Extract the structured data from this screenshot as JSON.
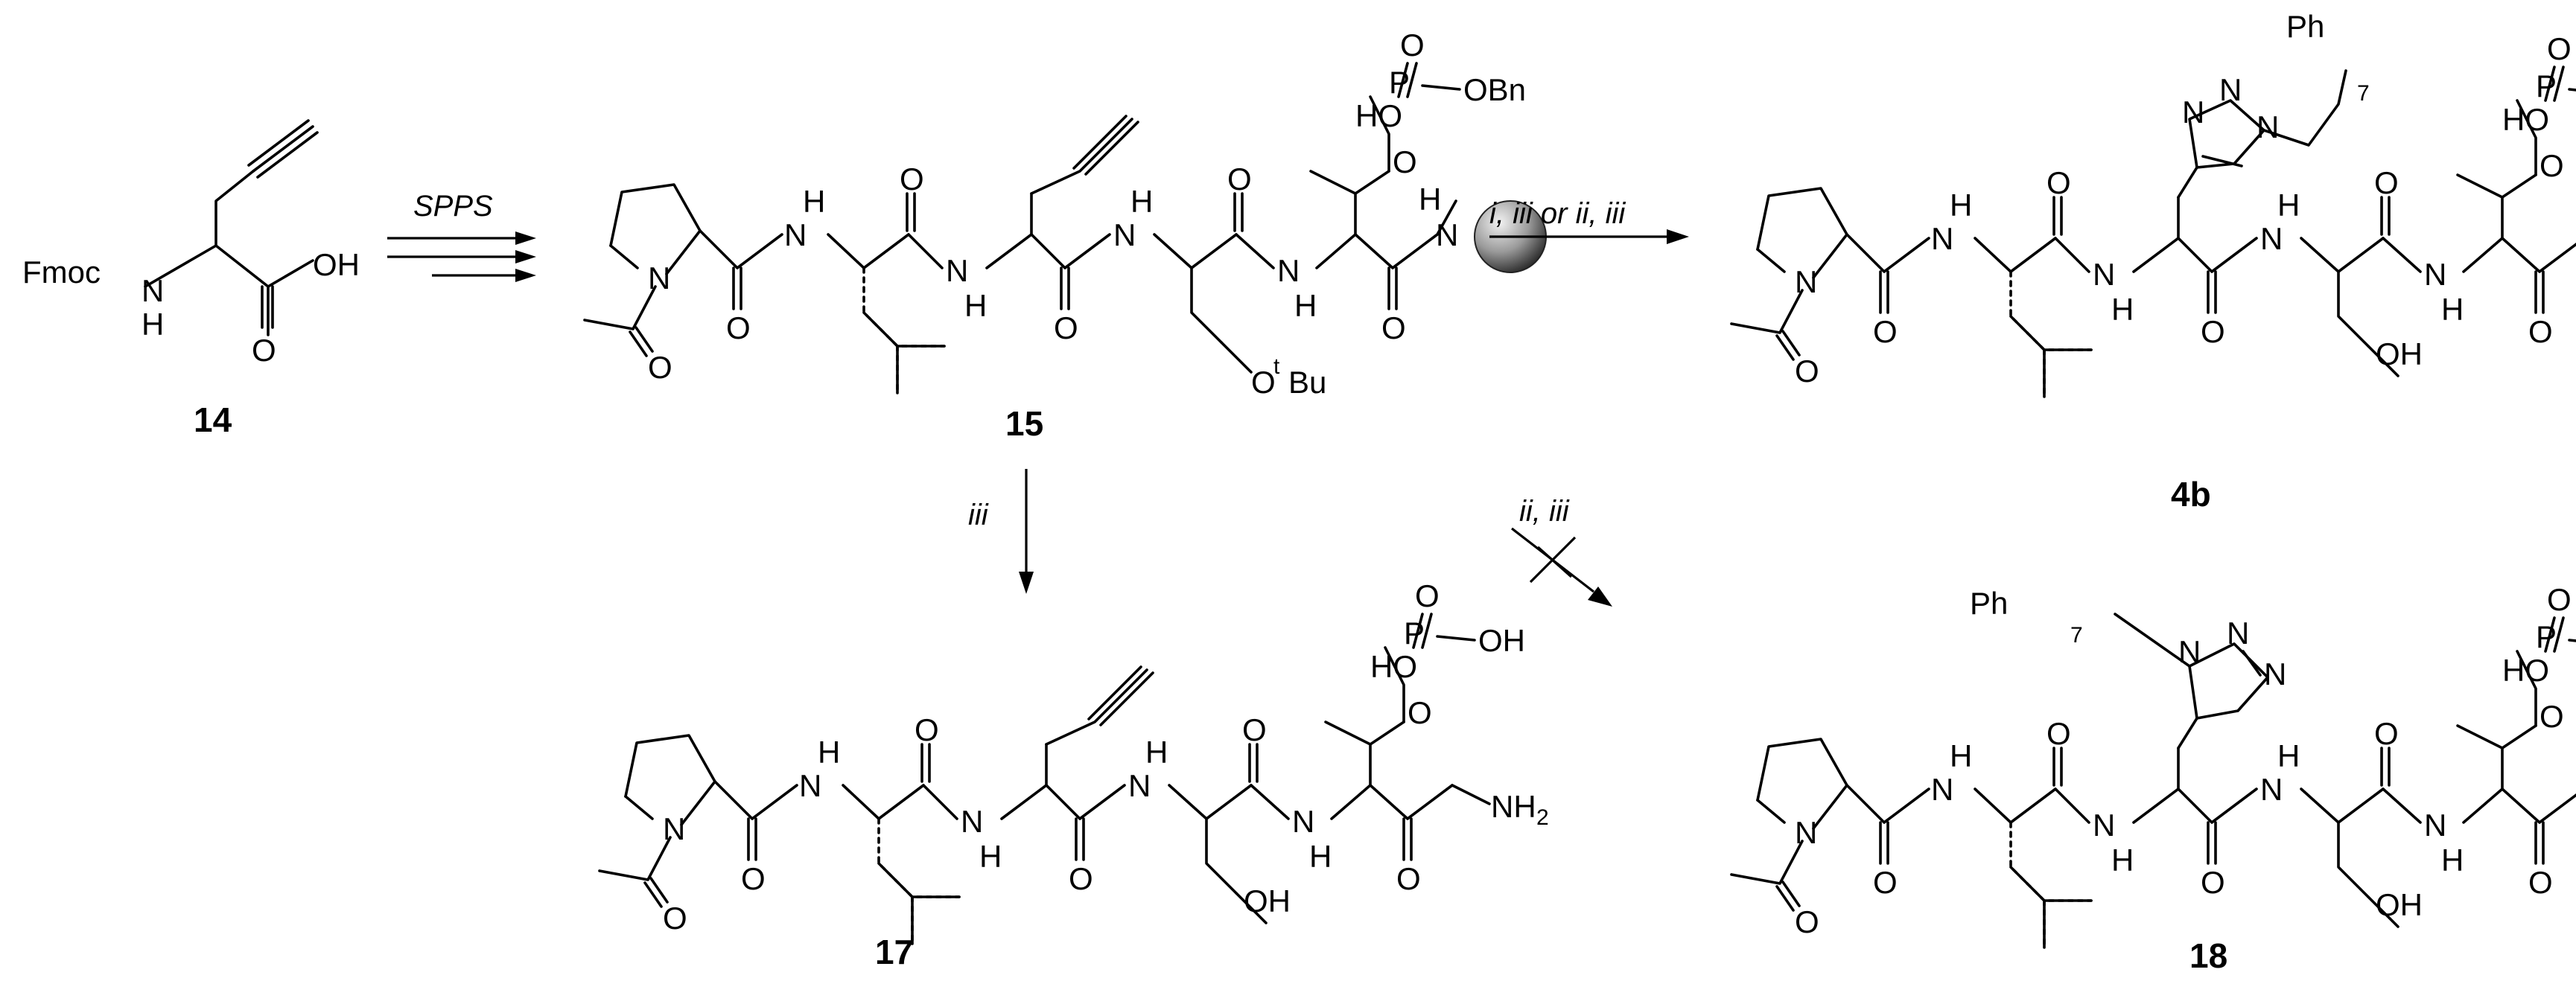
{
  "labels": {
    "fmoc": "Fmoc",
    "nh": "N",
    "h": "H",
    "o": "O",
    "oh": "OH",
    "ho": "HO",
    "nh2": "NH",
    "two": "2",
    "p": "P",
    "obn": "OBn",
    "ph": "Ph",
    "seven": "7",
    "n": "N",
    "ot": "O",
    "t": "t",
    "bu": "Bu"
  },
  "compounds": {
    "c14": "14",
    "c15": "15",
    "c4b": "4b",
    "c17": "17",
    "c18": "18"
  },
  "conditions": {
    "spps": "SPPS",
    "route_top": "i, iii or ii, iii",
    "route_down": "iii",
    "route_diag": "ii, iii"
  },
  "colors": {
    "line": "#000000",
    "resin_light": "#f2f2f2",
    "resin_dark": "#2a2a2a"
  }
}
